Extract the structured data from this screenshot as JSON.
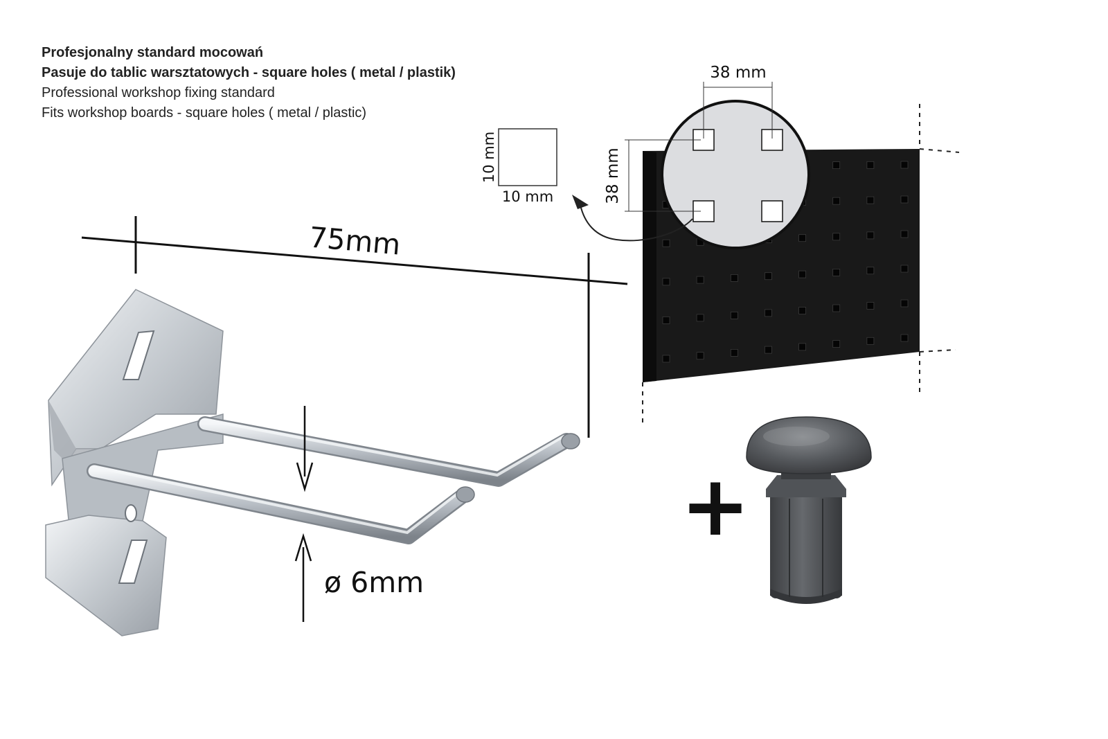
{
  "header": {
    "line1": "Profesjonalny standard mocowań",
    "line2": "Pasuje do tablic warsztatowych - square holes ( metal / plastik)",
    "line3": "Professional workshop fixing standard",
    "line4": "Fits workshop  boards - square holes ( metal / plastic)"
  },
  "dimensions": {
    "hook_length": "75mm",
    "rod_diameter": "ø 6mm",
    "hole_spacing_horizontal": "38 mm",
    "hole_spacing_vertical": "38 mm",
    "hole_width": "10 mm",
    "hole_height": "10 mm"
  },
  "plus_sign": "+",
  "colors": {
    "board": "#1b1b1b",
    "board_hole": "#050505",
    "zoom_circle": "#dcdde0",
    "steel_light": "#e6e9ec",
    "steel_dark": "#8d939a",
    "plug": "#4d4f52",
    "text": "#111111"
  },
  "icons": {
    "plus": "plus-icon",
    "arrow": "curved-arrow-icon"
  }
}
